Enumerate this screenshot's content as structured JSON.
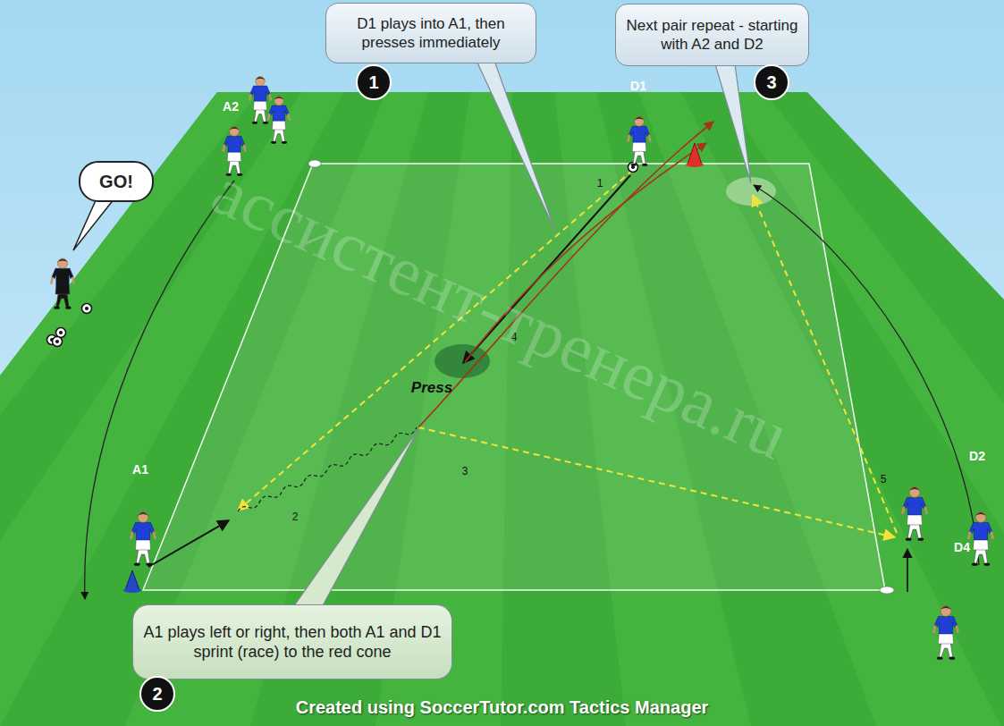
{
  "diagram": {
    "caption": "Created using SoccerTutor.com Tactics Manager",
    "nodes": [
      {
        "text": [
          "D1 plays into A1, then presses immediately"
        ]
      },
      {
        "text": [
          "1"
        ]
      },
      {
        "text": [
          "Next pair repeat - starting with A2 and D2"
        ]
      },
      {
        "text": [
          "3"
        ]
      },
      {
        "text": [
          "GO!"
        ]
      },
      {
        "text": [
          "A1 plays left or right, then both A1 and D1 sprint (race) to the red cone"
        ]
      },
      {
        "text": [
          "2"
        ]
      }
    ],
    "labels": [
      "A2",
      "D1",
      "A1",
      "D2",
      "D4",
      "Press",
      "1",
      "2",
      "3",
      "4",
      "5",
      "ассистент-тренера.ru"
    ]
  }
}
